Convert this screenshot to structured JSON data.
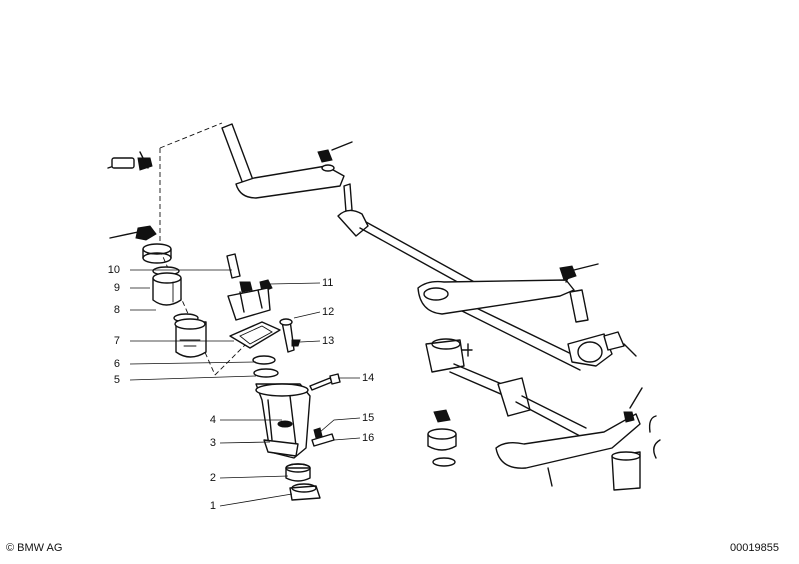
{
  "diagram": {
    "callouts": [
      "1",
      "2",
      "3",
      "4",
      "5",
      "6",
      "7",
      "8",
      "9",
      "10",
      "11",
      "12",
      "13",
      "14",
      "15",
      "16"
    ]
  },
  "footer": {
    "copyright": "© BMW AG",
    "image_number": "00019855"
  }
}
